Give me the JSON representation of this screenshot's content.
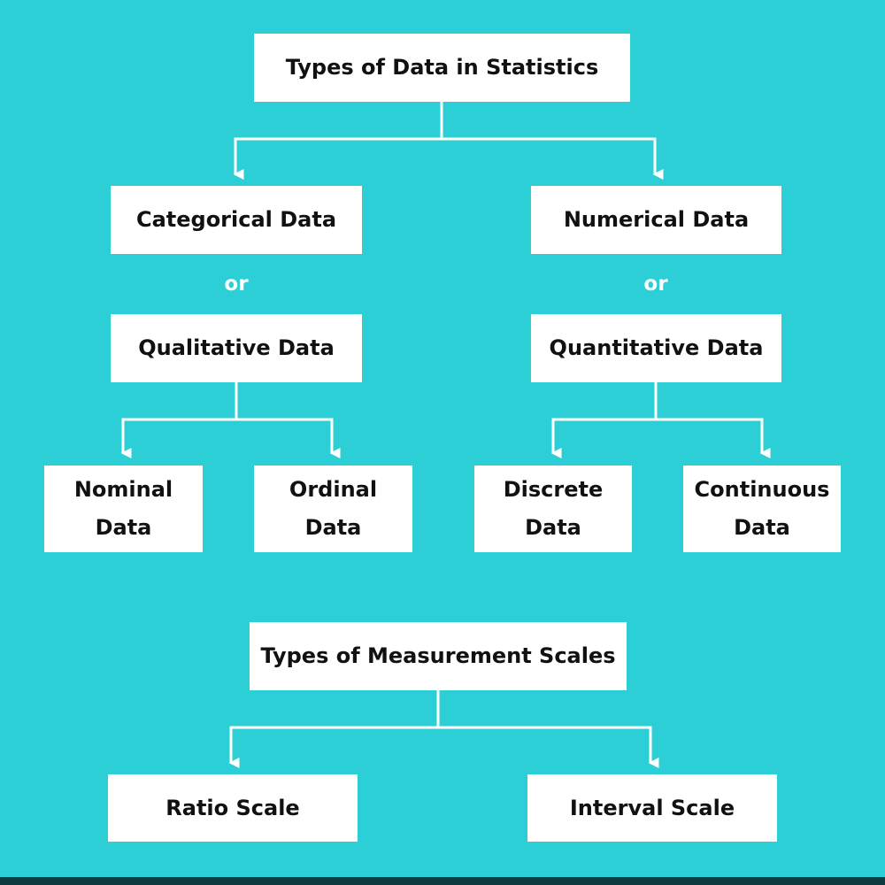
{
  "colors": {
    "background": "#2ccfd6",
    "box": "#ffffff",
    "text": "#111111",
    "connector": "#ffffff",
    "bottom_bar": "#0c3a3d"
  },
  "data_tree": {
    "root": "Types of Data in Statistics",
    "categorical": {
      "label": "Categorical Data",
      "or": "or",
      "alt_label": "Qualitative Data",
      "children": [
        "Nominal\nData",
        "Ordinal\nData"
      ]
    },
    "numerical": {
      "label": "Numerical Data",
      "or": "or",
      "alt_label": "Quantitative Data",
      "children": [
        "Discrete\nData",
        "Continuous\nData"
      ]
    }
  },
  "scales_tree": {
    "root": "Types of Measurement Scales",
    "children": [
      "Ratio Scale",
      "Interval Scale"
    ]
  }
}
